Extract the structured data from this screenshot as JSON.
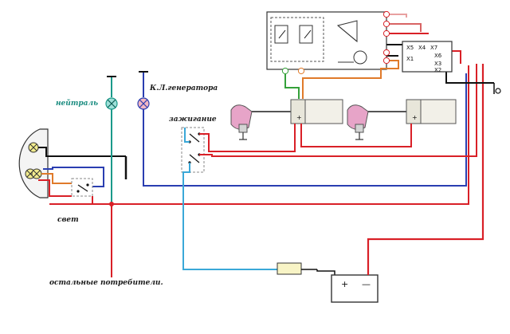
{
  "labels": {
    "neutral": "нейтраль",
    "generator_lamp": "К.Л.генератора",
    "ignition": "зажигание",
    "light": "свет",
    "other_consumers": "остальные потребители."
  },
  "terminals": {
    "x5": "X5",
    "x4": "X4",
    "x7": "X7",
    "x1": "X1",
    "x6": "X6",
    "x3": "X3",
    "x2": "X2"
  },
  "battery": {
    "plus": "+",
    "minus": "—"
  },
  "wire_colors": {
    "red": "#d92027",
    "blue": "#2a3eb1",
    "teal": "#1a9a8a",
    "light_blue": "#3aa8d8",
    "orange": "#e07a2a",
    "green": "#35a13a",
    "black": "#111111",
    "pink": "#e8a0a0"
  }
}
